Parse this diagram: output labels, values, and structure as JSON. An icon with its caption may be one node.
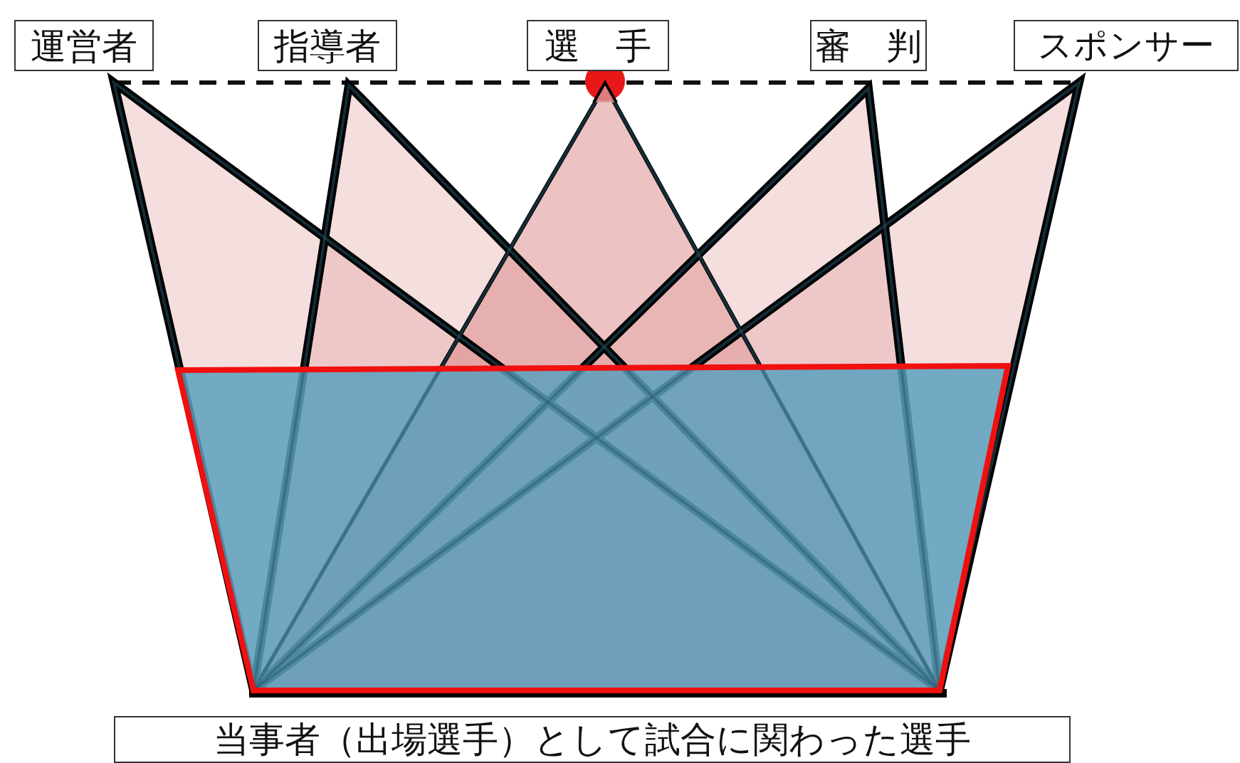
{
  "diagram": {
    "nodes": [
      {
        "text": [
          "運営者"
        ]
      },
      {
        "text": [
          "指導者"
        ]
      },
      {
        "text": [
          "選　手"
        ]
      },
      {
        "text": [
          "審　判"
        ]
      },
      {
        "text": [
          "スポンサー"
        ]
      },
      {
        "text": [
          "当事者（出場選手）として試合に関わった選手"
        ]
      }
    ],
    "edges": []
  }
}
